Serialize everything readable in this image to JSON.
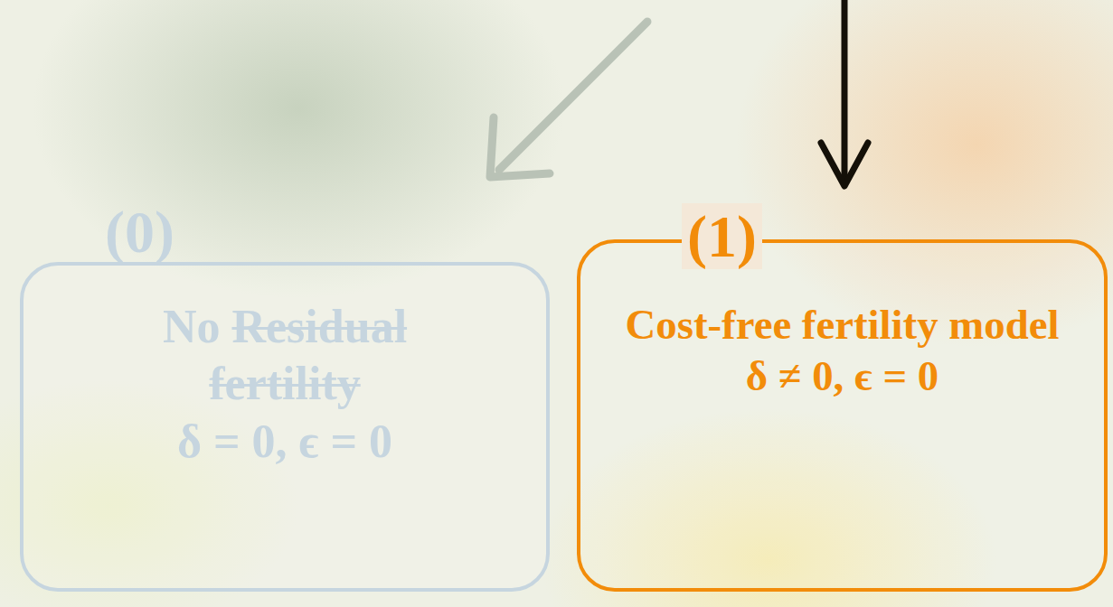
{
  "diagram": {
    "nodes": [
      {
        "text": [
          "(0)",
          "No",
          "Residual fertility",
          "δ = 0, ϵ = 0"
        ]
      },
      {
        "text": [
          "(1)",
          "Cost-free fertility model",
          "δ ≠ 0, ϵ = 0"
        ]
      }
    ]
  }
}
